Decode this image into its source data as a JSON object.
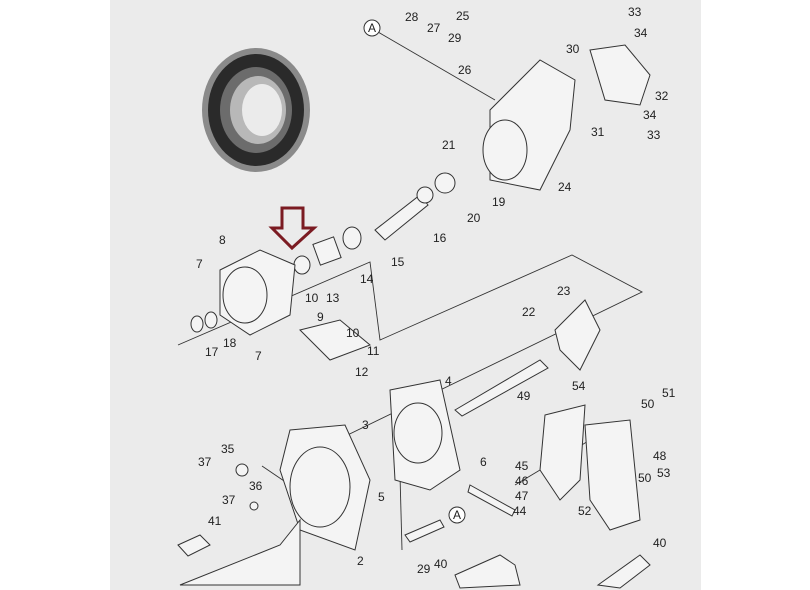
{
  "diagram": {
    "title_callouts": [
      "A",
      "A"
    ],
    "labels": [
      "28",
      "27",
      "29",
      "25",
      "26",
      "30",
      "33",
      "34",
      "32",
      "31",
      "34",
      "33",
      "21",
      "24",
      "19",
      "20",
      "16",
      "15",
      "14",
      "13",
      "10",
      "8",
      "7",
      "17",
      "18",
      "7",
      "10",
      "9",
      "11",
      "12",
      "23",
      "22",
      "4",
      "49",
      "54",
      "50",
      "51",
      "3",
      "35",
      "37",
      "36",
      "37",
      "6",
      "45",
      "46",
      "47",
      "44",
      "5",
      "48",
      "50",
      "53",
      "52",
      "41",
      "2",
      "29",
      "40",
      "40"
    ],
    "highlight_color": "#7b1b22",
    "highlighted_part": "13"
  }
}
